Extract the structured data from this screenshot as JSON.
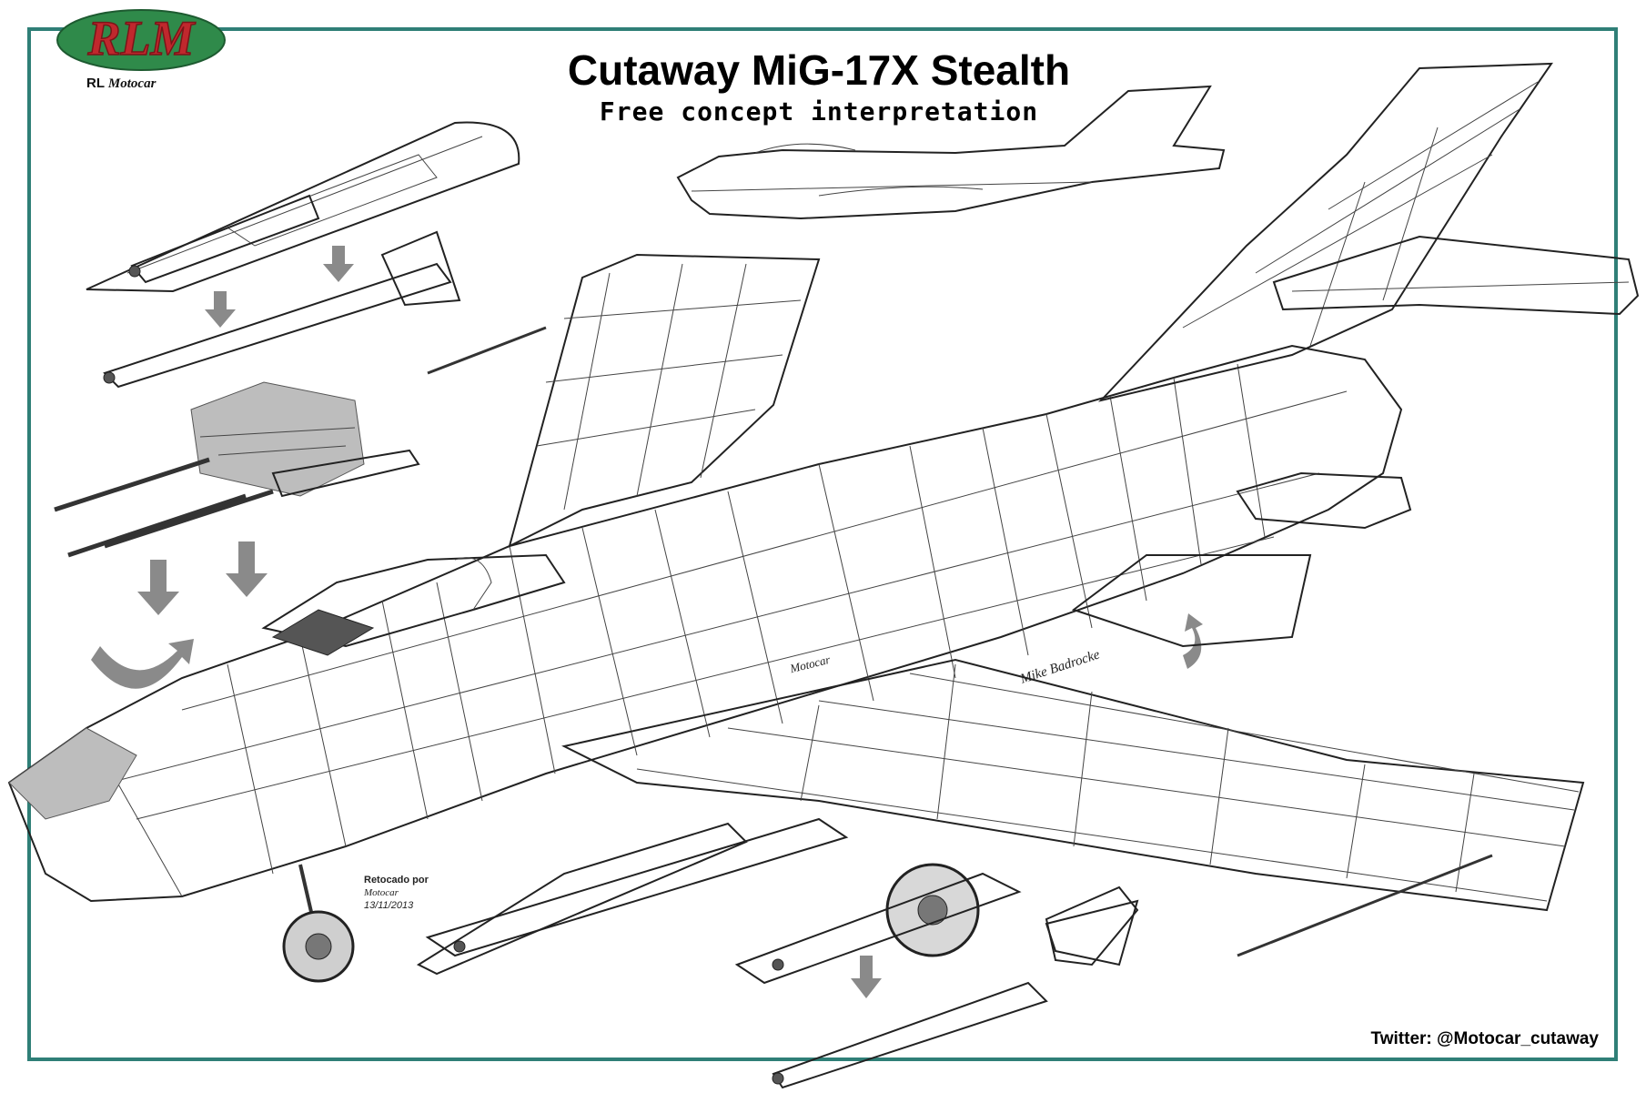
{
  "header": {
    "title": "Cutaway MiG-17X Stealth",
    "subtitle": "Free concept interpretation"
  },
  "logo": {
    "mark": "RLM",
    "caption_prefix": "RL",
    "caption_script": "Motocar",
    "colors": {
      "red": "#c0282d",
      "green": "#2f8a4a"
    }
  },
  "annotations": {
    "artist_signature": "Mike Badrocke",
    "fuselage_stamp": "Motocar",
    "retouch_line1": "Retocado por",
    "retouch_line2": "Motocar",
    "retouch_date": "13/11/2013"
  },
  "footer": {
    "twitter": "Twitter: @Motocar_cutaway"
  },
  "style": {
    "frame_color": "#2f7f77",
    "line_color": "#222222"
  }
}
